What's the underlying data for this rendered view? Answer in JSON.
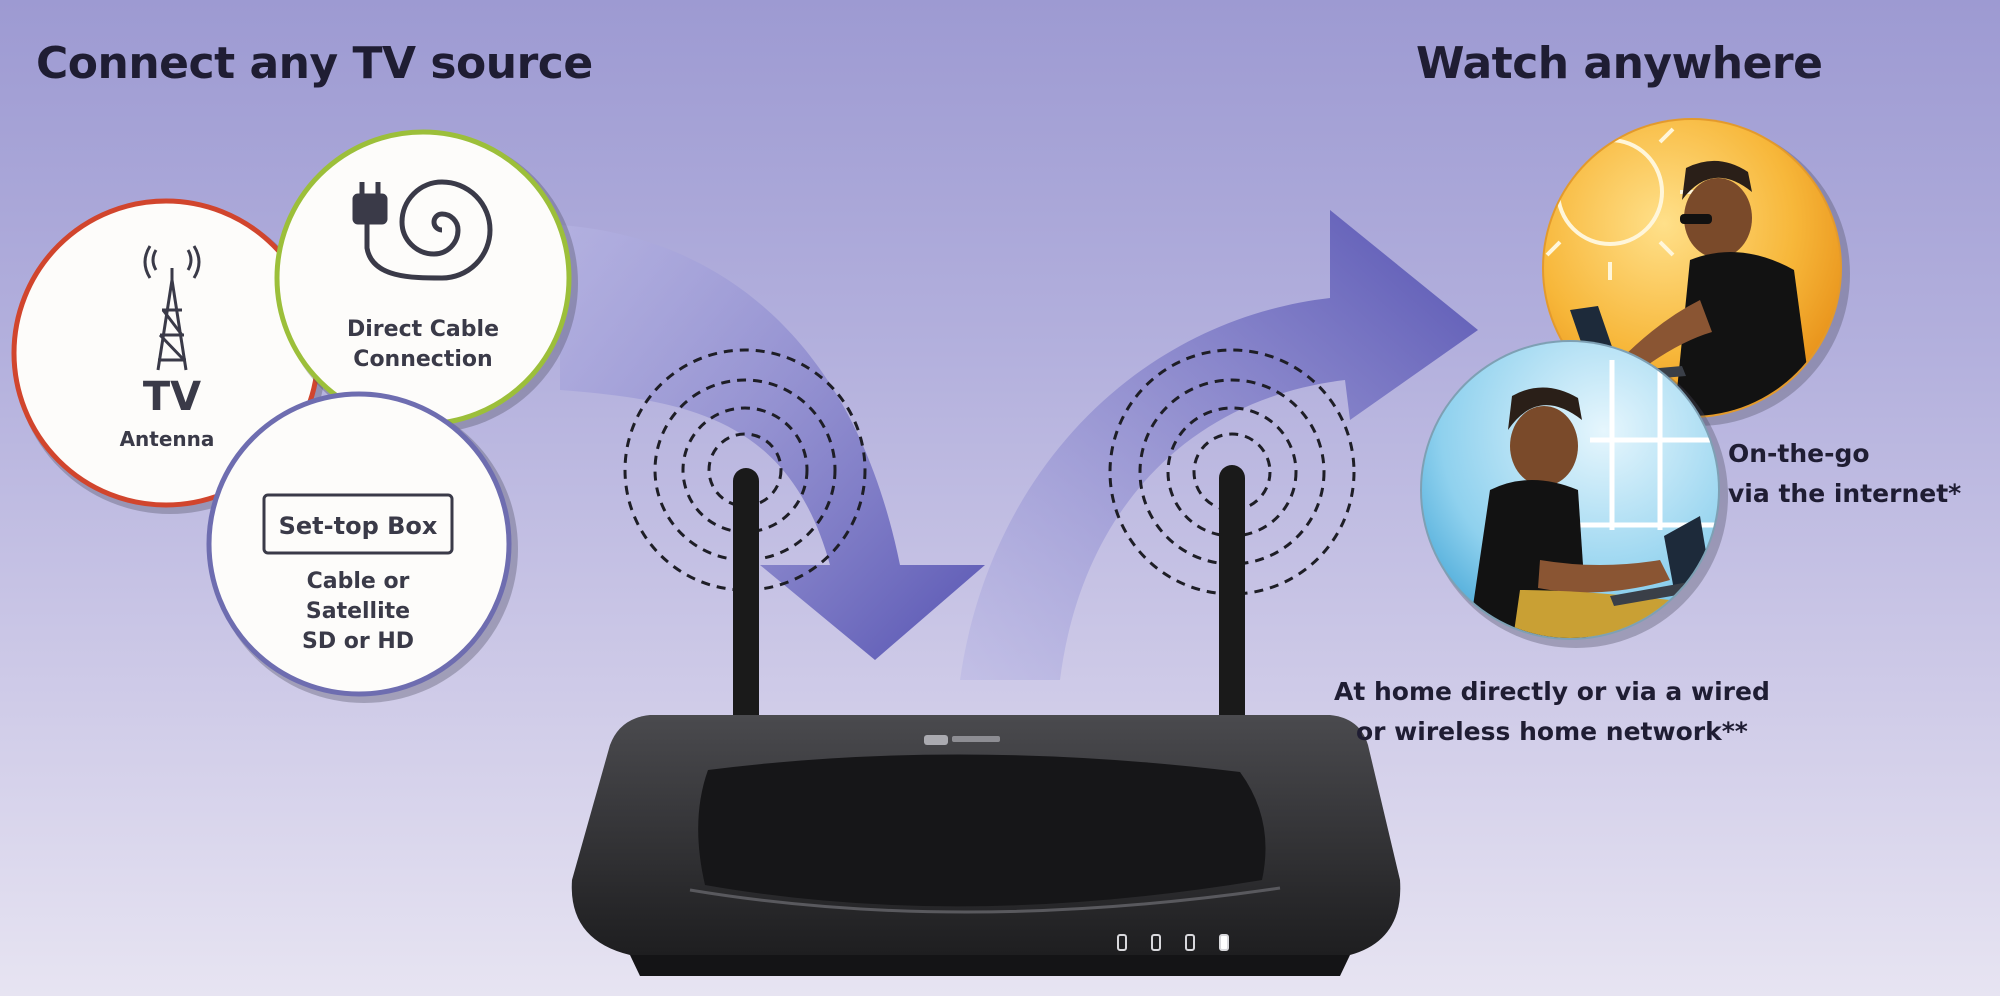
{
  "headings": {
    "left": "Connect any TV source",
    "right": "Watch anywhere"
  },
  "sources": {
    "antenna": {
      "glyph": "TV",
      "label": "Antenna",
      "ring_color": "#d1452d"
    },
    "cable": {
      "line1": "Direct Cable",
      "line2": "Connection",
      "ring_color": "#9cbf3a"
    },
    "settop": {
      "box_label": "Set-top Box",
      "line1": "Cable or",
      "line2": "Satellite",
      "line3": "SD or HD",
      "ring_color": "#6e6db0"
    }
  },
  "destinations": {
    "onthego": {
      "line1": "On-the-go",
      "line2": "via the internet*"
    },
    "home": {
      "line1": "At home directly or via a wired",
      "line2": "or wireless home network**"
    }
  },
  "colors": {
    "arrow": "#5956b4",
    "router_body": "#2e2e30",
    "antenna_mast": "#1a1a1a"
  },
  "icons": [
    "tower-icon",
    "cable-plug-icon",
    "router-device",
    "wireless-signal-icon",
    "sun-icon",
    "laptop-icon"
  ]
}
